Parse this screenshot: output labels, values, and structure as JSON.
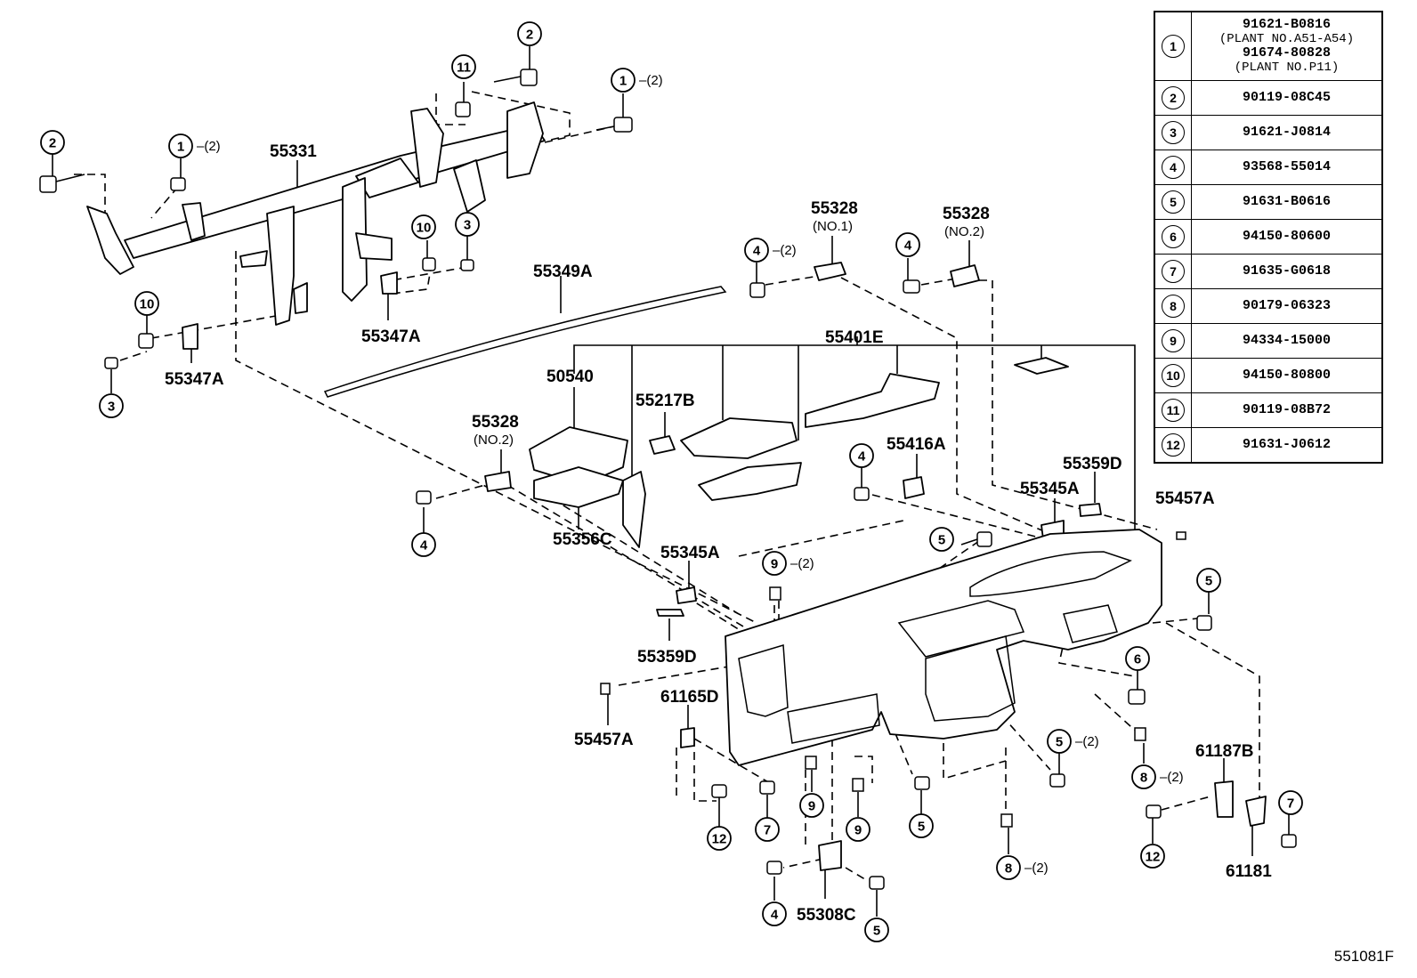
{
  "diagram_code": "551081F",
  "table": [
    {
      "key": "1",
      "lines": [
        "91621-B0816",
        "(PLANT NO.A51-A54)",
        "91674-80828",
        "(PLANT NO.P11)"
      ]
    },
    {
      "key": "2",
      "lines": [
        "90119-08C45"
      ]
    },
    {
      "key": "3",
      "lines": [
        "91621-J0814"
      ]
    },
    {
      "key": "4",
      "lines": [
        "93568-55014"
      ]
    },
    {
      "key": "5",
      "lines": [
        "91631-B0616"
      ]
    },
    {
      "key": "6",
      "lines": [
        "94150-80600"
      ]
    },
    {
      "key": "7",
      "lines": [
        "91635-G0618"
      ]
    },
    {
      "key": "8",
      "lines": [
        "90179-06323"
      ]
    },
    {
      "key": "9",
      "lines": [
        "94334-15000"
      ]
    },
    {
      "key": "10",
      "lines": [
        "94150-80800"
      ]
    },
    {
      "key": "11",
      "lines": [
        "90119-08B72"
      ]
    },
    {
      "key": "12",
      "lines": [
        "91631-J0612"
      ]
    }
  ],
  "labels": {
    "p55331": "55331",
    "p55347a_1": "55347A",
    "p55347a_2": "55347A",
    "p55349a": "55349A",
    "p55328_no1": "55328",
    "p55328_no1_sub": "(NO.1)",
    "p55328_no2a": "55328",
    "p55328_no2a_sub": "(NO.2)",
    "p55328_no2b": "55328",
    "p55328_no2b_sub": "(NO.2)",
    "p55401e": "55401E",
    "p50540": "50540",
    "p55217b": "55217B",
    "p55416a": "55416A",
    "p55359d_1": "55359D",
    "p55359d_2": "55359D",
    "p55345a_1": "55345A",
    "p55345a_2": "55345A",
    "p55457a_1": "55457A",
    "p55457a_2": "55457A",
    "p55356c": "55356C",
    "p61165d": "61165D",
    "p61187b": "61187B",
    "p61181": "61181",
    "p55308c": "55308C"
  },
  "callouts": [
    {
      "num": "2",
      "qty": ""
    },
    {
      "num": "11",
      "qty": ""
    },
    {
      "num": "1",
      "qty": "(2)"
    },
    {
      "num": "2",
      "qty": ""
    },
    {
      "num": "1",
      "qty": "(2)"
    },
    {
      "num": "10",
      "qty": ""
    },
    {
      "num": "3",
      "qty": ""
    },
    {
      "num": "10",
      "qty": ""
    },
    {
      "num": "3",
      "qty": ""
    },
    {
      "num": "4",
      "qty": "(2)"
    },
    {
      "num": "4",
      "qty": ""
    },
    {
      "num": "4",
      "qty": ""
    },
    {
      "num": "4",
      "qty": ""
    },
    {
      "num": "5",
      "qty": ""
    },
    {
      "num": "9",
      "qty": "(2)"
    },
    {
      "num": "5",
      "qty": ""
    },
    {
      "num": "6",
      "qty": ""
    },
    {
      "num": "5",
      "qty": "(2)"
    },
    {
      "num": "8",
      "qty": "(2)"
    },
    {
      "num": "12",
      "qty": ""
    },
    {
      "num": "7",
      "qty": ""
    },
    {
      "num": "9",
      "qty": ""
    },
    {
      "num": "9",
      "qty": ""
    },
    {
      "num": "5",
      "qty": ""
    },
    {
      "num": "8",
      "qty": "(2)"
    },
    {
      "num": "12",
      "qty": ""
    },
    {
      "num": "7",
      "qty": ""
    },
    {
      "num": "4",
      "qty": ""
    },
    {
      "num": "5",
      "qty": ""
    }
  ]
}
